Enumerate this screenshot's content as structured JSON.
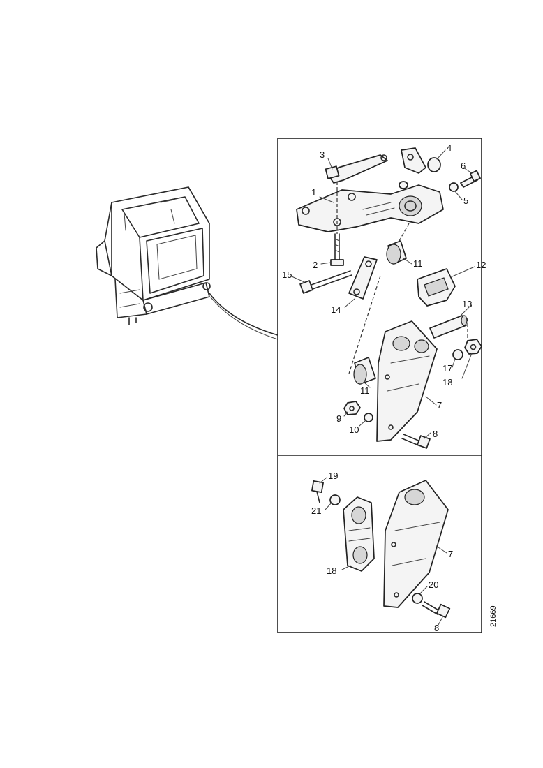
{
  "callouts": [
    "1",
    "2",
    "3",
    "4",
    "5",
    "6",
    "7",
    "8",
    "9",
    "10",
    "11",
    "11",
    "12",
    "13",
    "14",
    "15",
    "17",
    "18",
    "19",
    "21",
    "18",
    "7",
    "20",
    "8"
  ],
  "drawing_code": "21669"
}
